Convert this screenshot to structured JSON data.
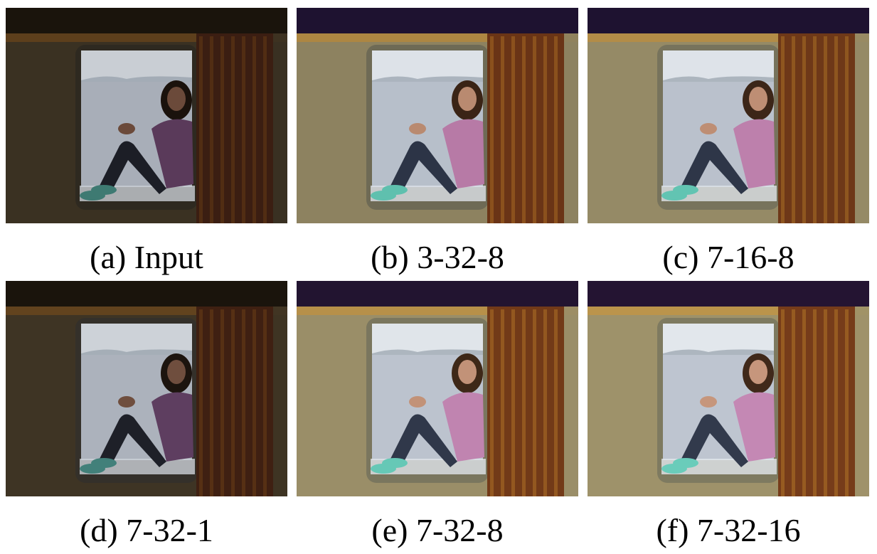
{
  "figure": {
    "panels": [
      {
        "caption": "(a) Input",
        "palette": {
          "ceiling": "#1a140c",
          "wall": "#3a3122",
          "frame": "#2e2920",
          "sky": "#c9ced4",
          "sea": "#a8aeb8",
          "curtain": "#3b1e12",
          "curtain_light": "#7a4a18",
          "shirt": "#5a3a5a",
          "jeans": "#1c1e26",
          "shoes": "#3e7a72",
          "skin": "#6b4a3a",
          "hair": "#1a120c"
        }
      },
      {
        "caption": "(b) 3-32-8",
        "palette": {
          "ceiling": "#1e1230",
          "wall": "#8d8260",
          "frame": "#6e6a55",
          "sky": "#dde2e8",
          "sea": "#b7bfca",
          "curtain": "#6a3416",
          "curtain_light": "#c88a2a",
          "shirt": "#b77aa6",
          "jeans": "#2c3446",
          "shoes": "#5fc0ae",
          "skin": "#b98a70",
          "hair": "#3a2416"
        }
      },
      {
        "caption": "(c) 7-16-8",
        "palette": {
          "ceiling": "#1e1230",
          "wall": "#958a66",
          "frame": "#77735c",
          "sky": "#dee3e9",
          "sea": "#bac1cc",
          "curtain": "#6e3818",
          "curtain_light": "#cc8e2e",
          "shirt": "#bd80ac",
          "jeans": "#2e3648",
          "shoes": "#62c4b2",
          "skin": "#be8e74",
          "hair": "#3c2618"
        }
      },
      {
        "caption": "(d) 7-32-1",
        "palette": {
          "ceiling": "#1a140c",
          "wall": "#3e3424",
          "frame": "#34302a",
          "sky": "#cdd2d8",
          "sea": "#acb2bc",
          "curtain": "#3f2012",
          "curtain_light": "#80501a",
          "shirt": "#5e3e60",
          "jeans": "#1e2028",
          "shoes": "#42807a",
          "skin": "#6f4e3e",
          "hair": "#1c140e"
        }
      },
      {
        "caption": "(e) 7-32-8",
        "palette": {
          "ceiling": "#221430",
          "wall": "#9a8e68",
          "frame": "#7a765e",
          "sky": "#e0e5ea",
          "sea": "#bcc3ce",
          "curtain": "#723a18",
          "curtain_light": "#d09230",
          "shirt": "#c084b0",
          "jeans": "#30384a",
          "shoes": "#66c8b6",
          "skin": "#c29278",
          "hair": "#3e2818"
        }
      },
      {
        "caption": "(f) 7-32-16",
        "palette": {
          "ceiling": "#241432",
          "wall": "#9e926a",
          "frame": "#7e7a60",
          "sky": "#e2e7ec",
          "sea": "#bec5d0",
          "curtain": "#763c1a",
          "curtain_light": "#d49632",
          "shirt": "#c488b4",
          "jeans": "#323a4c",
          "shoes": "#6accba",
          "skin": "#c6967c",
          "hair": "#40291a"
        }
      }
    ]
  }
}
